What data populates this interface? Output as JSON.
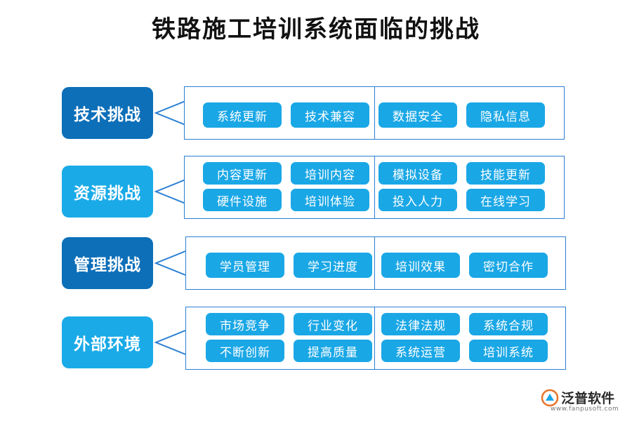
{
  "title": "铁路施工培训系统面临的挑战",
  "categories": [
    {
      "label": "技术挑战",
      "items": [
        "系统更新",
        "技术兼容",
        "数据安全",
        "隐私信息"
      ]
    },
    {
      "label": "资源挑战",
      "items": [
        "内容更新",
        "培训内容",
        "模拟设备",
        "技能更新",
        "硬件设施",
        "培训体验",
        "投入人力",
        "在线学习"
      ]
    },
    {
      "label": "管理挑战",
      "items": [
        "学员管理",
        "学习进度",
        "培训效果",
        "密切合作"
      ]
    },
    {
      "label": "外部环境",
      "items": [
        "市场竞争",
        "行业变化",
        "法律法规",
        "系统合规",
        "不断创新",
        "提高质量",
        "系统运营",
        "培训系统"
      ]
    }
  ],
  "logo": {
    "name": "泛普软件",
    "url": "www.fanpusoft.com"
  },
  "colors": {
    "dark_box": "#0d6fb8",
    "light_box": "#1aaae8",
    "pill": "#1aa7e6",
    "border": "#2b7fd4"
  }
}
